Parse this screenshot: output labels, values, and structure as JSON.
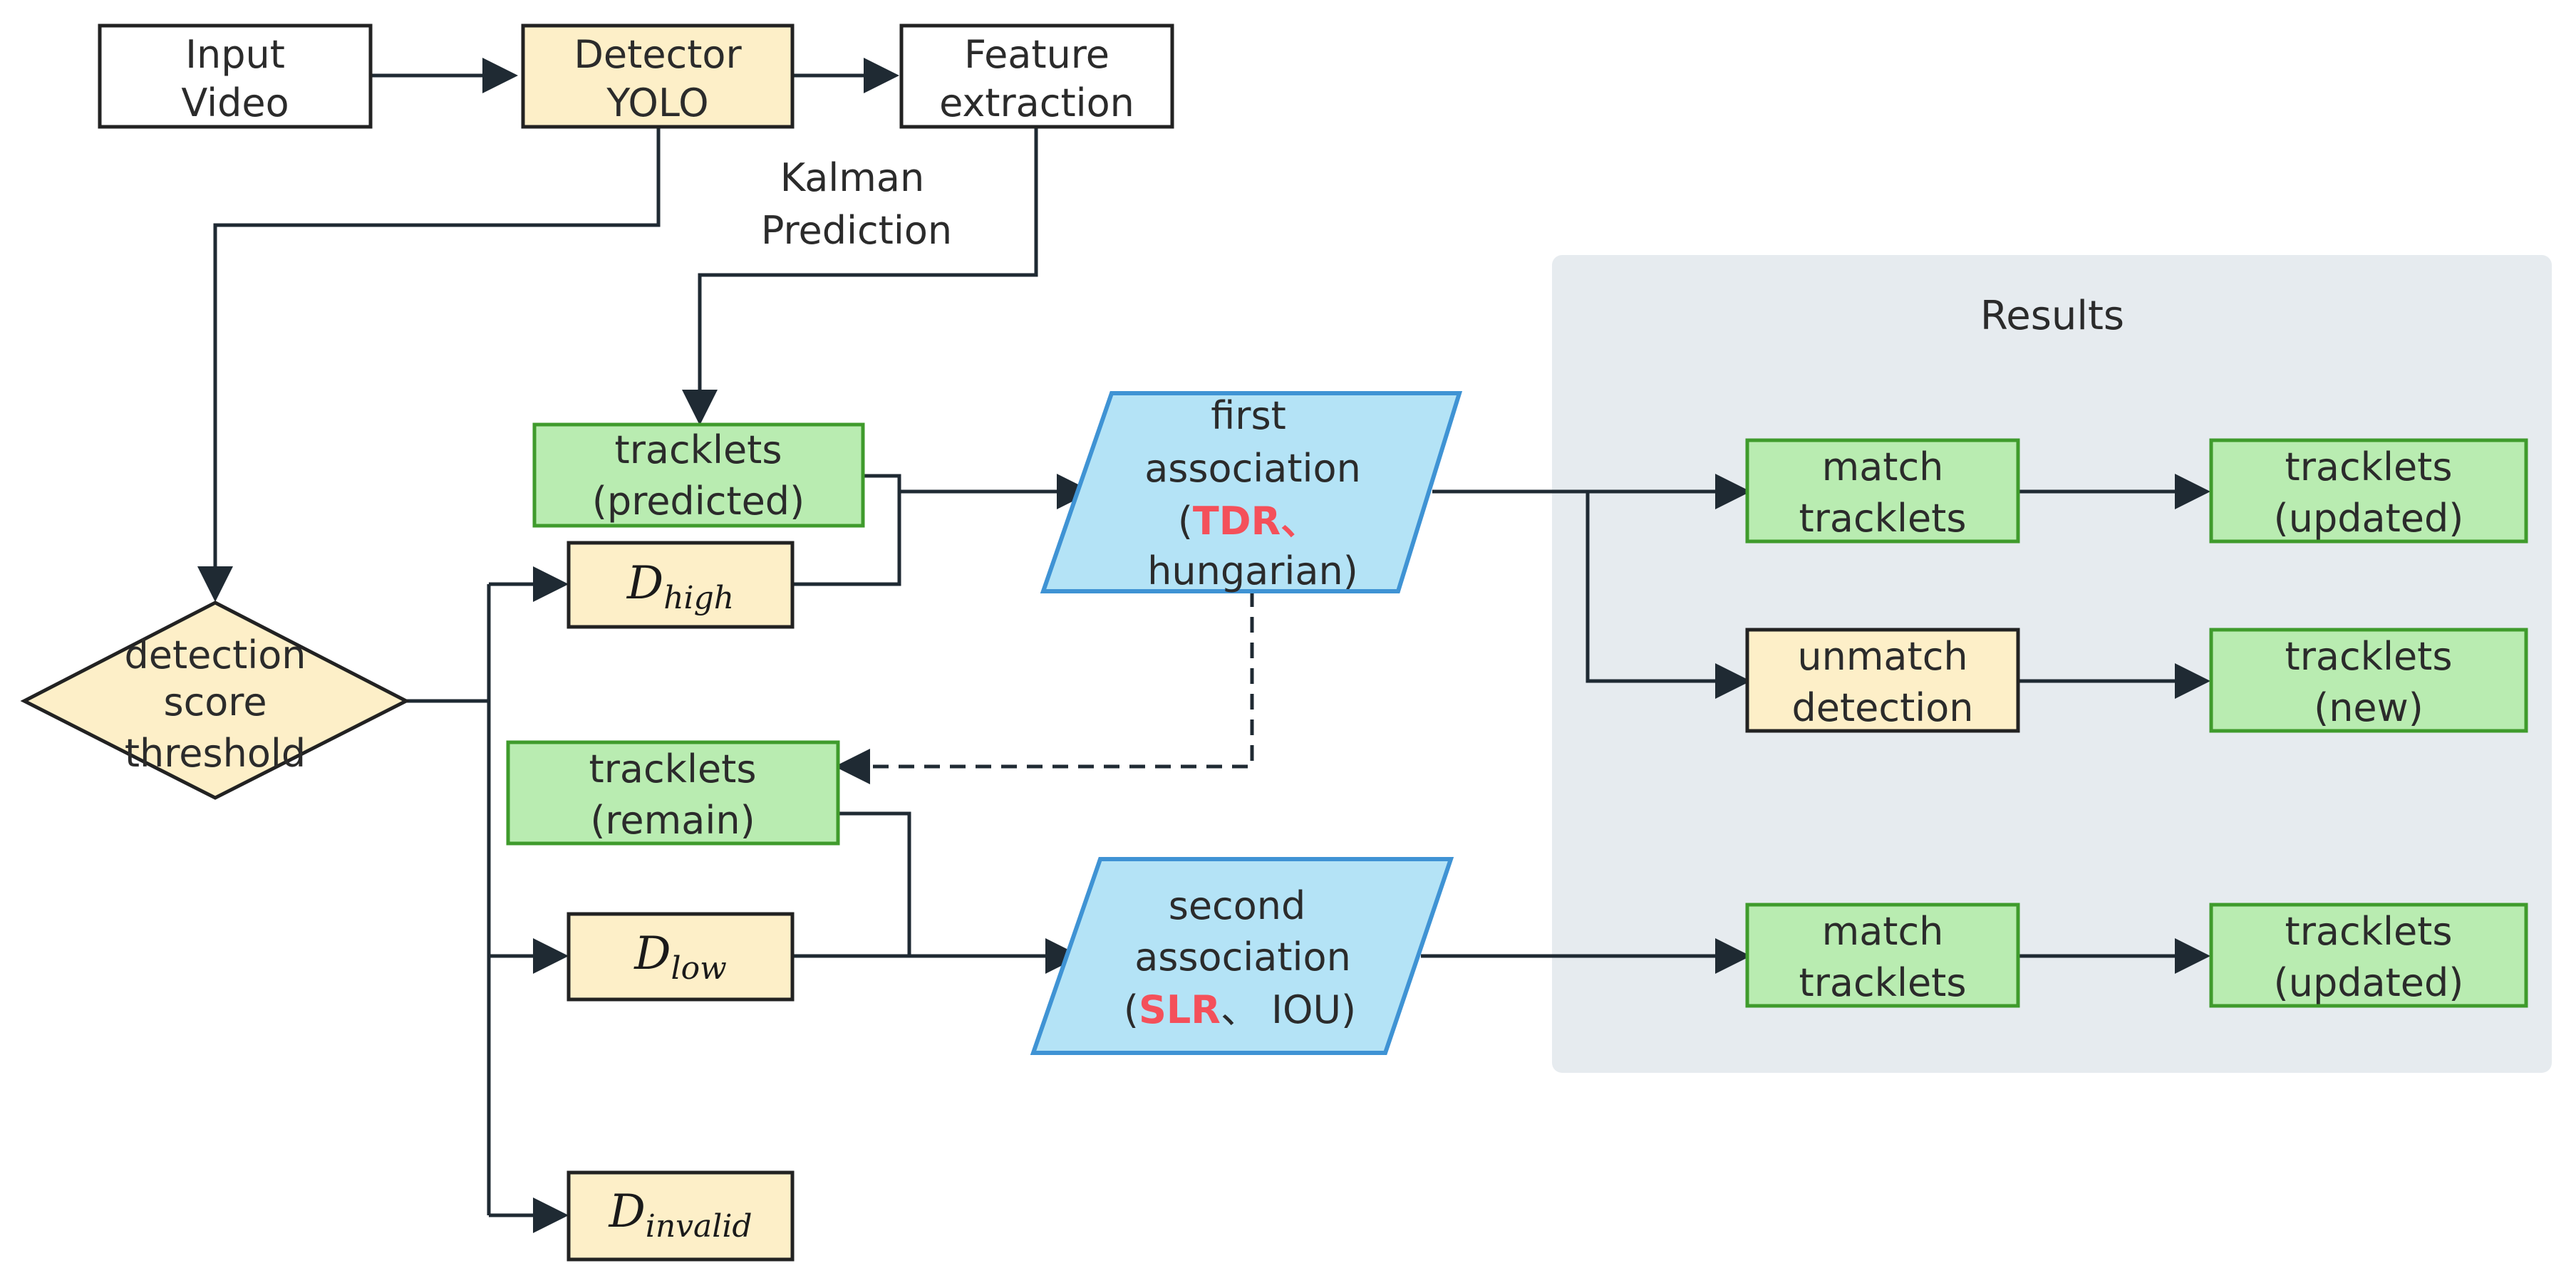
{
  "colors": {
    "node_white": "#ffffff",
    "node_yellow": "#fdefc8",
    "node_green": "#b9ecb1",
    "node_blue": "#b4e3f6",
    "border_dark": "#222222",
    "border_green": "#3f9b2c",
    "border_blue": "#3f93d4",
    "results_panel": "#e6ebef",
    "highlight_red": "#f4505a",
    "edge": "#1f2a33"
  },
  "nodes": {
    "input_video": {
      "line1": "Input",
      "line2": "Video"
    },
    "detector": {
      "line1": "Detector",
      "line2": "YOLO"
    },
    "feature": {
      "line1": "Feature",
      "line2": "extraction"
    },
    "kalman": {
      "line1": "Kalman",
      "line2": "Prediction"
    },
    "tracklets_predicted": {
      "line1": "tracklets",
      "line2": "(predicted)"
    },
    "d_high": {
      "base": "D",
      "sub": "high"
    },
    "d_low": {
      "base": "D",
      "sub": "low"
    },
    "d_invalid": {
      "base": "D",
      "sub": "invalid"
    },
    "threshold": {
      "line1": "detection",
      "line2": "score",
      "line3": "threshold"
    },
    "tracklets_remain": {
      "line1": "tracklets",
      "line2": "(remain)"
    },
    "first_assoc": {
      "line1": "first",
      "line2": "association",
      "open": "(",
      "highlight": "TDR、",
      "line4": "hungarian)"
    },
    "second_assoc": {
      "line1": "second",
      "line2": "association",
      "open": "(",
      "highlight": "SLR",
      "rest": "、 IOU)"
    }
  },
  "results": {
    "title": "Results",
    "match1": {
      "line1": "match",
      "line2": "tracklets"
    },
    "updated1": {
      "line1": "tracklets",
      "line2": "(updated)"
    },
    "unmatch": {
      "line1": "unmatch",
      "line2": "detection"
    },
    "new_tracklets": {
      "line1": "tracklets",
      "line2": "(new)"
    },
    "match2": {
      "line1": "match",
      "line2": "tracklets"
    },
    "updated2": {
      "line1": "tracklets",
      "line2": "(updated)"
    }
  }
}
